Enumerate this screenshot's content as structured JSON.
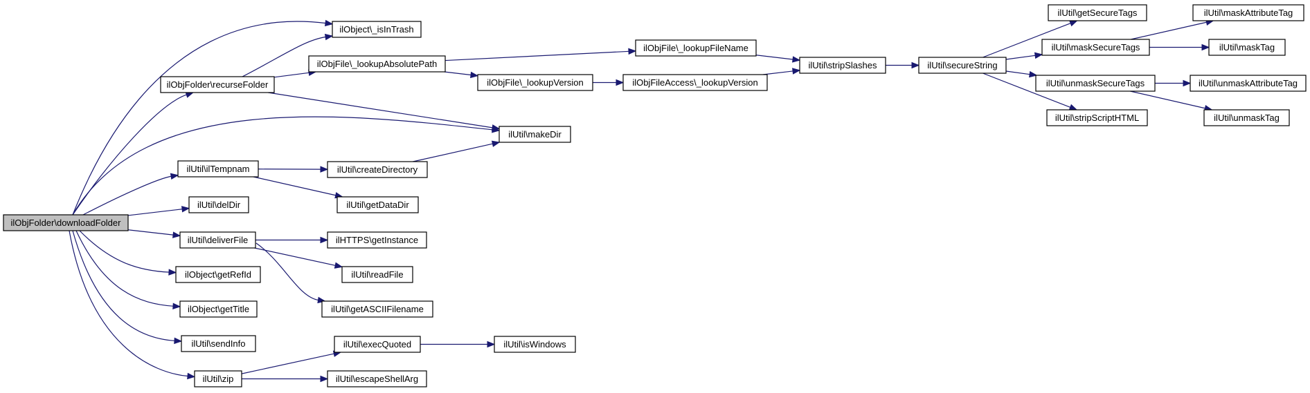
{
  "graph": {
    "nodes": [
      {
        "id": "downloadFolder",
        "label": "ilObjFolder\\downloadFolder",
        "root": true
      },
      {
        "id": "isInTrash",
        "label": "ilObject\\_isInTrash"
      },
      {
        "id": "recurseFolder",
        "label": "ilObjFolder\\recurseFolder"
      },
      {
        "id": "lookupAbsolutePath",
        "label": "ilObjFile\\_lookupAbsolutePath"
      },
      {
        "id": "lookupFileName",
        "label": "ilObjFile\\_lookupFileName"
      },
      {
        "id": "lookupVersion",
        "label": "ilObjFile\\_lookupVersion"
      },
      {
        "id": "faLookupVersion",
        "label": "ilObjFileAccess\\_lookupVersion"
      },
      {
        "id": "stripSlashes",
        "label": "ilUtil\\stripSlashes"
      },
      {
        "id": "secureString",
        "label": "ilUtil\\secureString"
      },
      {
        "id": "getSecureTags",
        "label": "ilUtil\\getSecureTags"
      },
      {
        "id": "maskSecureTags",
        "label": "ilUtil\\maskSecureTags"
      },
      {
        "id": "unmaskSecureTags",
        "label": "ilUtil\\unmaskSecureTags"
      },
      {
        "id": "stripScriptHTML",
        "label": "ilUtil\\stripScriptHTML"
      },
      {
        "id": "maskAttributeTag",
        "label": "ilUtil\\maskAttributeTag"
      },
      {
        "id": "maskTag",
        "label": "ilUtil\\maskTag"
      },
      {
        "id": "unmaskAttributeTag",
        "label": "ilUtil\\unmaskAttributeTag"
      },
      {
        "id": "unmaskTag",
        "label": "ilUtil\\unmaskTag"
      },
      {
        "id": "makeDir",
        "label": "ilUtil\\makeDir"
      },
      {
        "id": "ilTempnam",
        "label": "ilUtil\\ilTempnam"
      },
      {
        "id": "createDirectory",
        "label": "ilUtil\\createDirectory"
      },
      {
        "id": "getDataDir",
        "label": "ilUtil\\getDataDir"
      },
      {
        "id": "delDir",
        "label": "ilUtil\\delDir"
      },
      {
        "id": "deliverFile",
        "label": "ilUtil\\deliverFile"
      },
      {
        "id": "getInstance",
        "label": "ilHTTPS\\getInstance"
      },
      {
        "id": "readFile",
        "label": "ilUtil\\readFile"
      },
      {
        "id": "getASCIIFilename",
        "label": "ilUtil\\getASCIIFilename"
      },
      {
        "id": "getRefId",
        "label": "ilObject\\getRefId"
      },
      {
        "id": "getTitle",
        "label": "ilObject\\getTitle"
      },
      {
        "id": "sendInfo",
        "label": "ilUtil\\sendInfo"
      },
      {
        "id": "zip",
        "label": "ilUtil\\zip"
      },
      {
        "id": "execQuoted",
        "label": "ilUtil\\execQuoted"
      },
      {
        "id": "isWindows",
        "label": "ilUtil\\isWindows"
      },
      {
        "id": "escapeShellArg",
        "label": "ilUtil\\escapeShellArg"
      }
    ],
    "edges": [
      {
        "from": "downloadFolder",
        "to": "isInTrash"
      },
      {
        "from": "downloadFolder",
        "to": "recurseFolder"
      },
      {
        "from": "downloadFolder",
        "to": "makeDir"
      },
      {
        "from": "downloadFolder",
        "to": "ilTempnam"
      },
      {
        "from": "downloadFolder",
        "to": "delDir"
      },
      {
        "from": "downloadFolder",
        "to": "deliverFile"
      },
      {
        "from": "downloadFolder",
        "to": "getRefId"
      },
      {
        "from": "downloadFolder",
        "to": "getTitle"
      },
      {
        "from": "downloadFolder",
        "to": "sendInfo"
      },
      {
        "from": "downloadFolder",
        "to": "zip"
      },
      {
        "from": "recurseFolder",
        "to": "isInTrash"
      },
      {
        "from": "recurseFolder",
        "to": "lookupAbsolutePath"
      },
      {
        "from": "recurseFolder",
        "to": "makeDir"
      },
      {
        "from": "lookupAbsolutePath",
        "to": "lookupFileName"
      },
      {
        "from": "lookupAbsolutePath",
        "to": "lookupVersion"
      },
      {
        "from": "lookupFileName",
        "to": "stripSlashes"
      },
      {
        "from": "lookupVersion",
        "to": "faLookupVersion"
      },
      {
        "from": "faLookupVersion",
        "to": "stripSlashes"
      },
      {
        "from": "stripSlashes",
        "to": "secureString"
      },
      {
        "from": "secureString",
        "to": "getSecureTags"
      },
      {
        "from": "secureString",
        "to": "maskSecureTags"
      },
      {
        "from": "secureString",
        "to": "unmaskSecureTags"
      },
      {
        "from": "secureString",
        "to": "stripScriptHTML"
      },
      {
        "from": "maskSecureTags",
        "to": "maskAttributeTag"
      },
      {
        "from": "maskSecureTags",
        "to": "maskTag"
      },
      {
        "from": "unmaskSecureTags",
        "to": "unmaskAttributeTag"
      },
      {
        "from": "unmaskSecureTags",
        "to": "unmaskTag"
      },
      {
        "from": "ilTempnam",
        "to": "createDirectory"
      },
      {
        "from": "ilTempnam",
        "to": "getDataDir"
      },
      {
        "from": "createDirectory",
        "to": "makeDir"
      },
      {
        "from": "deliverFile",
        "to": "getInstance"
      },
      {
        "from": "deliverFile",
        "to": "readFile"
      },
      {
        "from": "deliverFile",
        "to": "getASCIIFilename"
      },
      {
        "from": "zip",
        "to": "execQuoted"
      },
      {
        "from": "zip",
        "to": "escapeShellArg"
      },
      {
        "from": "execQuoted",
        "to": "isWindows"
      }
    ],
    "colors": {
      "edge": "#191970",
      "node_border": "#000000",
      "node_fill": "#ffffff",
      "root_fill": "#bfbfbf"
    }
  }
}
